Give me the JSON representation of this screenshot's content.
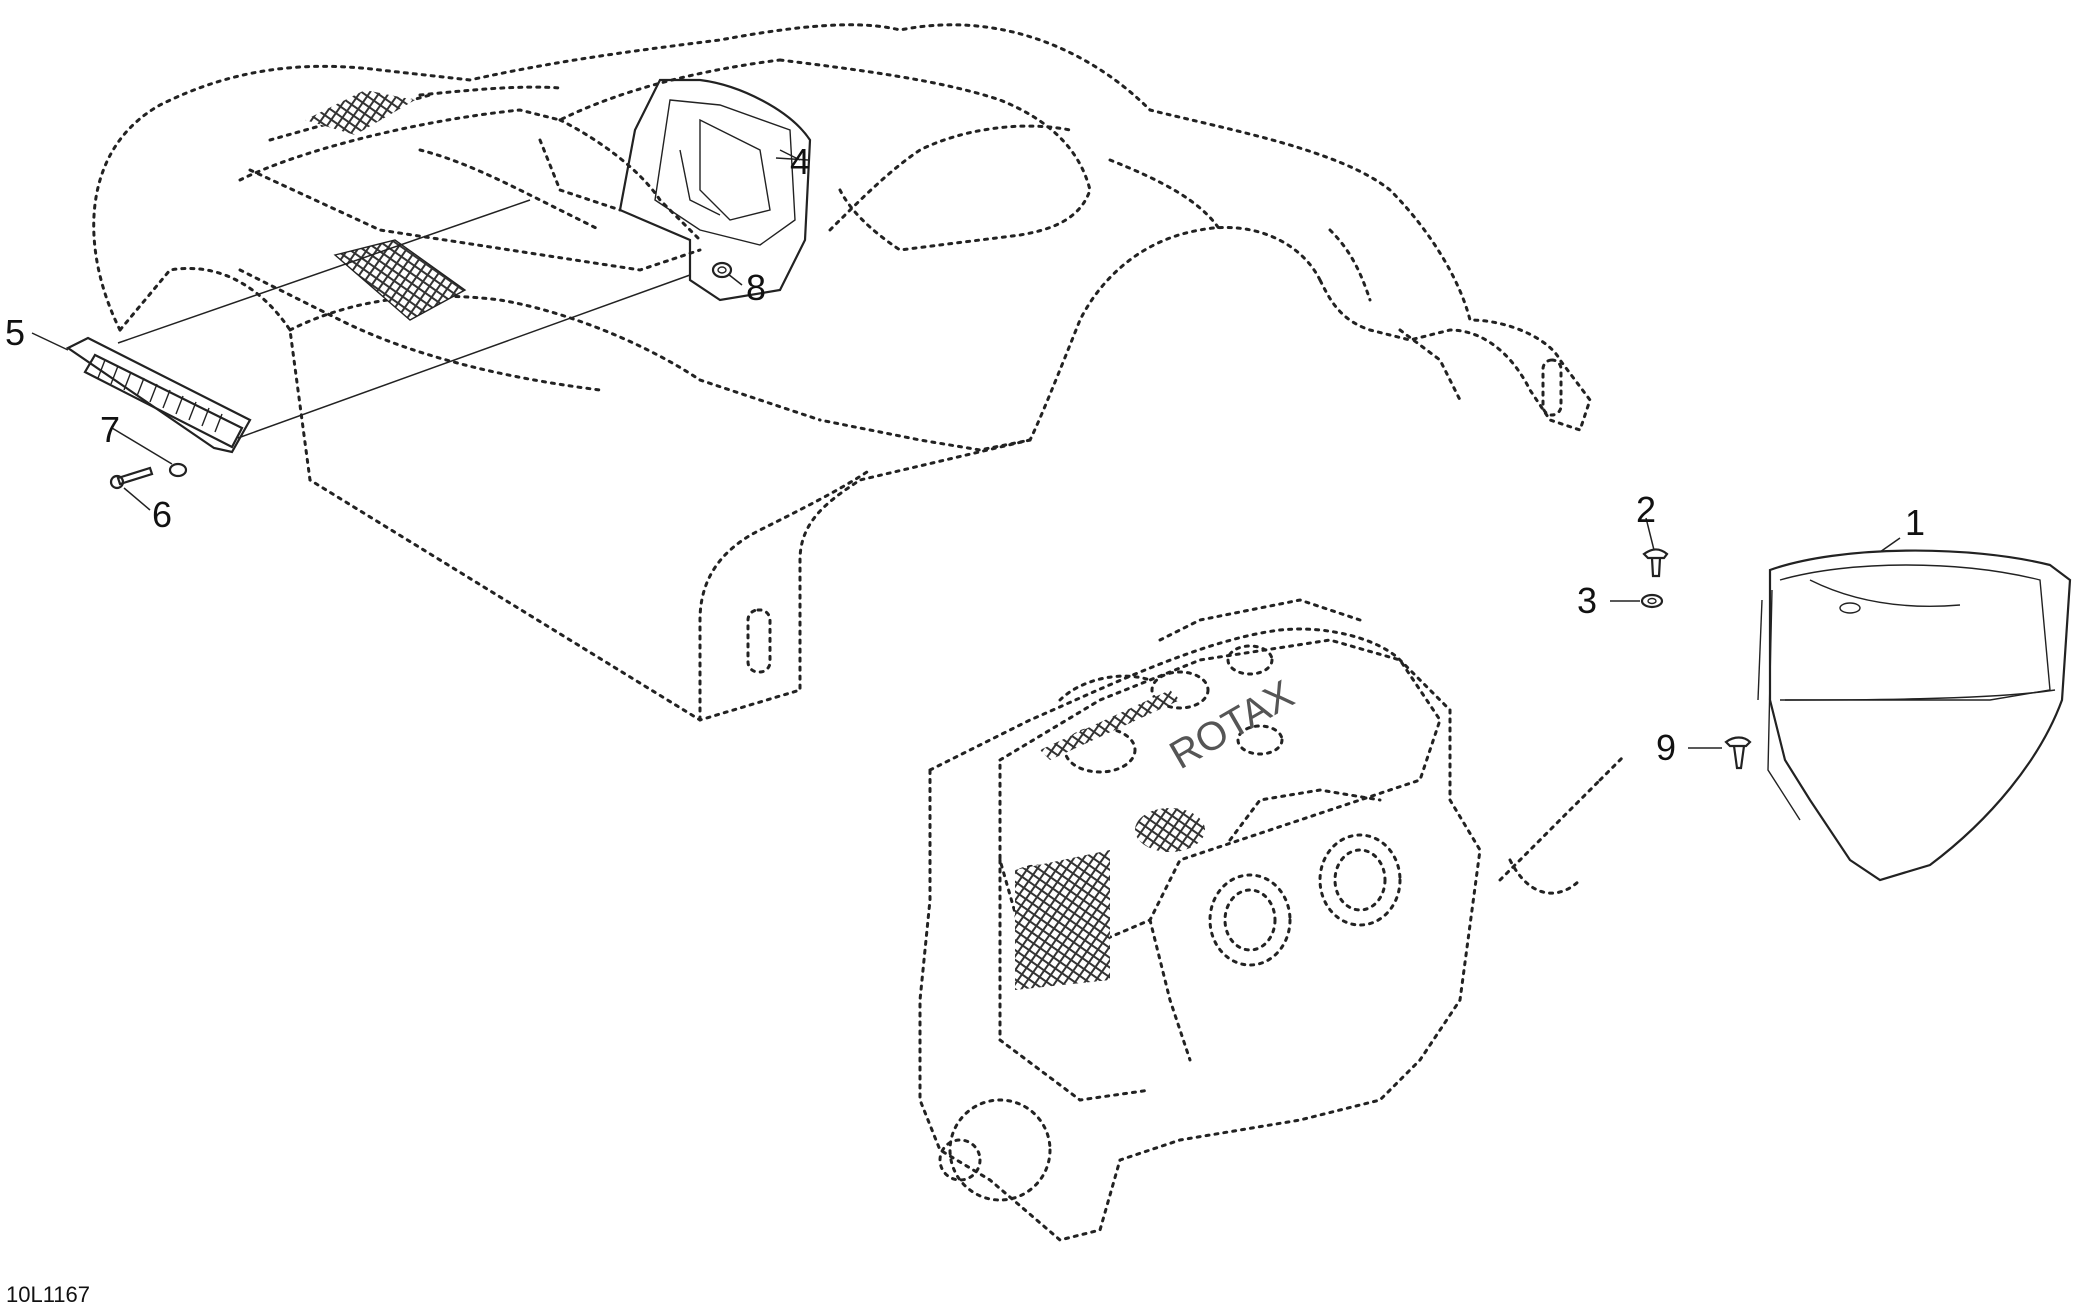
{
  "callouts": [
    {
      "id": "1",
      "text": "1"
    },
    {
      "id": "2",
      "text": "2"
    },
    {
      "id": "3",
      "text": "3"
    },
    {
      "id": "4",
      "text": "4"
    },
    {
      "id": "5",
      "text": "5"
    },
    {
      "id": "6",
      "text": "6"
    },
    {
      "id": "7",
      "text": "7"
    },
    {
      "id": "8",
      "text": "8"
    },
    {
      "id": "9",
      "text": "9"
    }
  ],
  "drawing_code": "10L1167",
  "engine_cover_text": "ROTAX"
}
